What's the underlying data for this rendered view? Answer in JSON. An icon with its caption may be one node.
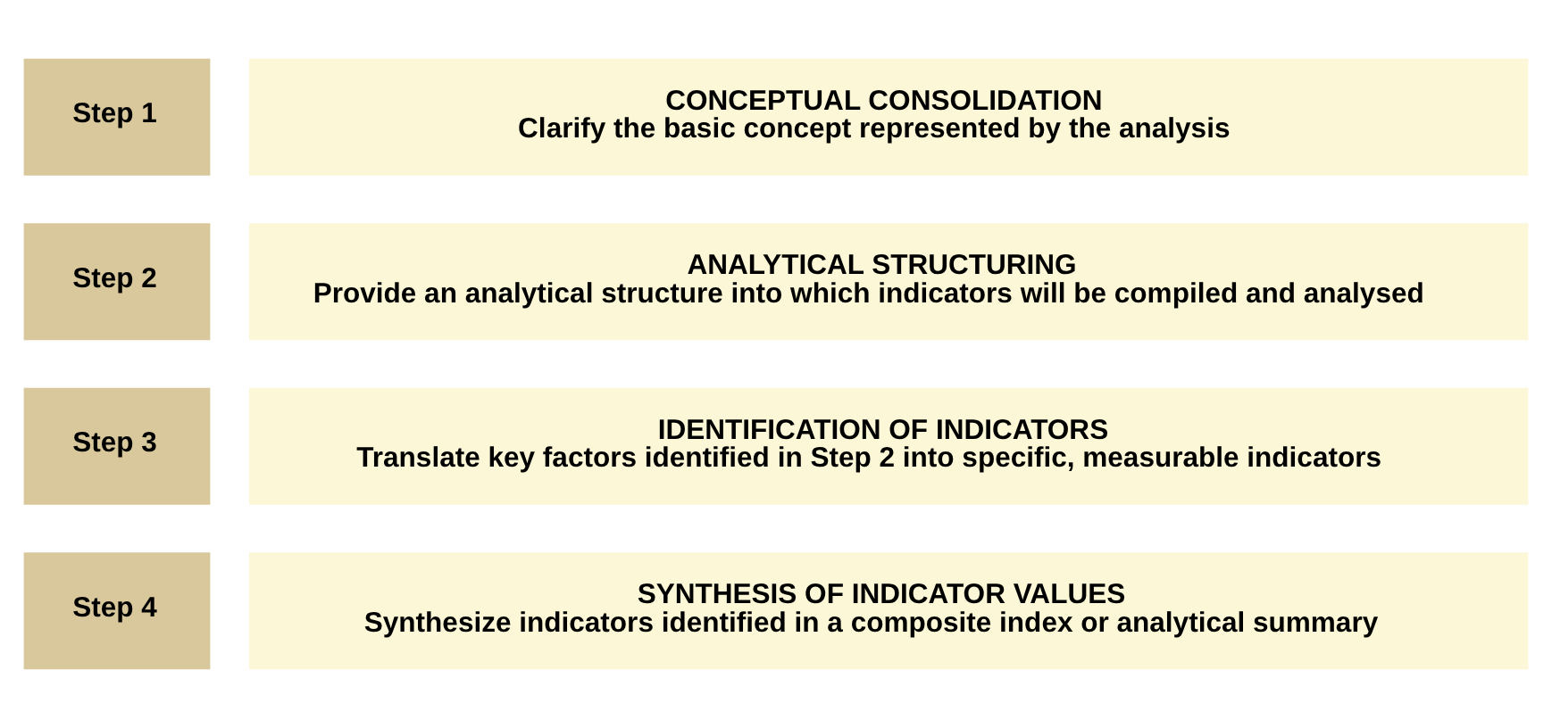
{
  "diagram": {
    "nodes": [
      {
        "text": [
          "Step 1"
        ]
      },
      {
        "text": [
          "CONCEPTUAL CONSOLIDATION",
          "Clarify the basic concept represented by the analysis"
        ]
      },
      {
        "text": [
          "Step 2"
        ]
      },
      {
        "text": [
          "ANALYTICAL STRUCTURING",
          "Provide an analytical structure into which indicators will be compiled and analysed"
        ]
      },
      {
        "text": [
          "Step 3"
        ]
      },
      {
        "text": [
          "IDENTIFICATION OF INDICATORS",
          "Translate key factors identified in Step 2 into specific, measurable indicators"
        ]
      },
      {
        "text": [
          "Step 4"
        ]
      },
      {
        "text": [
          "SYNTHESIS OF INDICATOR VALUES",
          "Synthesize indicators identified in a composite index or analytical summary"
        ]
      }
    ]
  }
}
